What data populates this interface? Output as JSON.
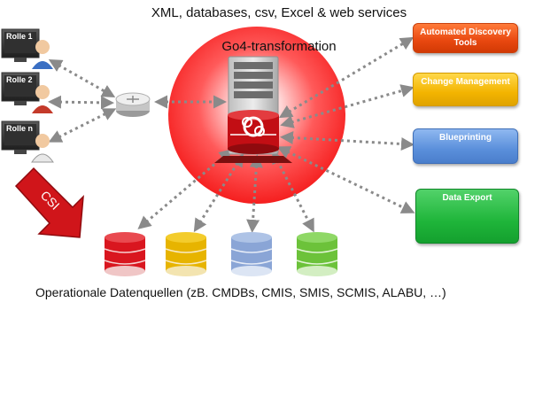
{
  "title_top": "XML, databases, csv, Excel & web services",
  "center_title": "Go4-transformation",
  "roles": [
    "Rolle 1",
    "Rolle 2",
    "Rolle n"
  ],
  "csi_label": "CSI",
  "targets": {
    "automated_discovery": "Automated Discovery Tools",
    "change_management": "Change Management",
    "blueprinting": "Blueprinting",
    "data_export": "Data Export"
  },
  "bottom_caption": "Operationale Datenquellen (zB. CMDBs, CMIS, SMIS, SCMIS, ALABU, …)",
  "colors": {
    "central_circle": "#ff2a2a",
    "automated_discovery": "#e8470f",
    "change_management": "#f3b400",
    "blueprinting": "#5a8fdb",
    "data_export": "#1fb53a",
    "db_red": "#d9161f",
    "db_yellow": "#e7b400",
    "db_blue": "#8aa5d6",
    "db_green": "#6cc23a"
  },
  "icons": [
    "computer-user-icon",
    "hub-icon",
    "server-icon",
    "database-icon",
    "arrow-icon",
    "spreadsheet-icon"
  ]
}
